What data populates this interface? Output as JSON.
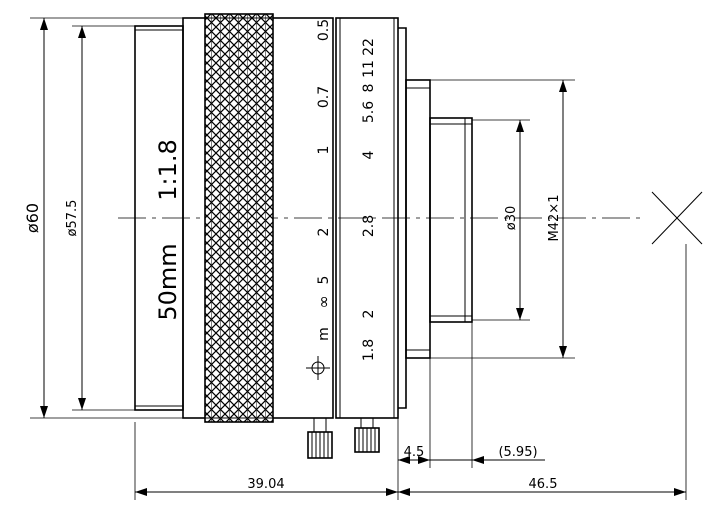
{
  "lens_marking": {
    "focal_length": "50mm",
    "aperture_ratio": "1:1.8"
  },
  "focus_scale": [
    "0.5",
    "0.7",
    "1",
    "2",
    "5",
    "∞",
    "m"
  ],
  "aperture_scale": [
    "22",
    "11",
    "8",
    "5.6",
    "4",
    "2.8",
    "2",
    "1.8"
  ],
  "dimensions": {
    "outer_diameter": "ø60",
    "barrel_diameter": "ø57.5",
    "flange_diameter": "ø30",
    "mount_thread": "M42×1",
    "body_length": "39.04",
    "back_focus": "46.5",
    "mount_depth": "4.5",
    "flange_offset": "(5.95)"
  },
  "colors": {
    "line": "#000000",
    "background": "#ffffff"
  }
}
